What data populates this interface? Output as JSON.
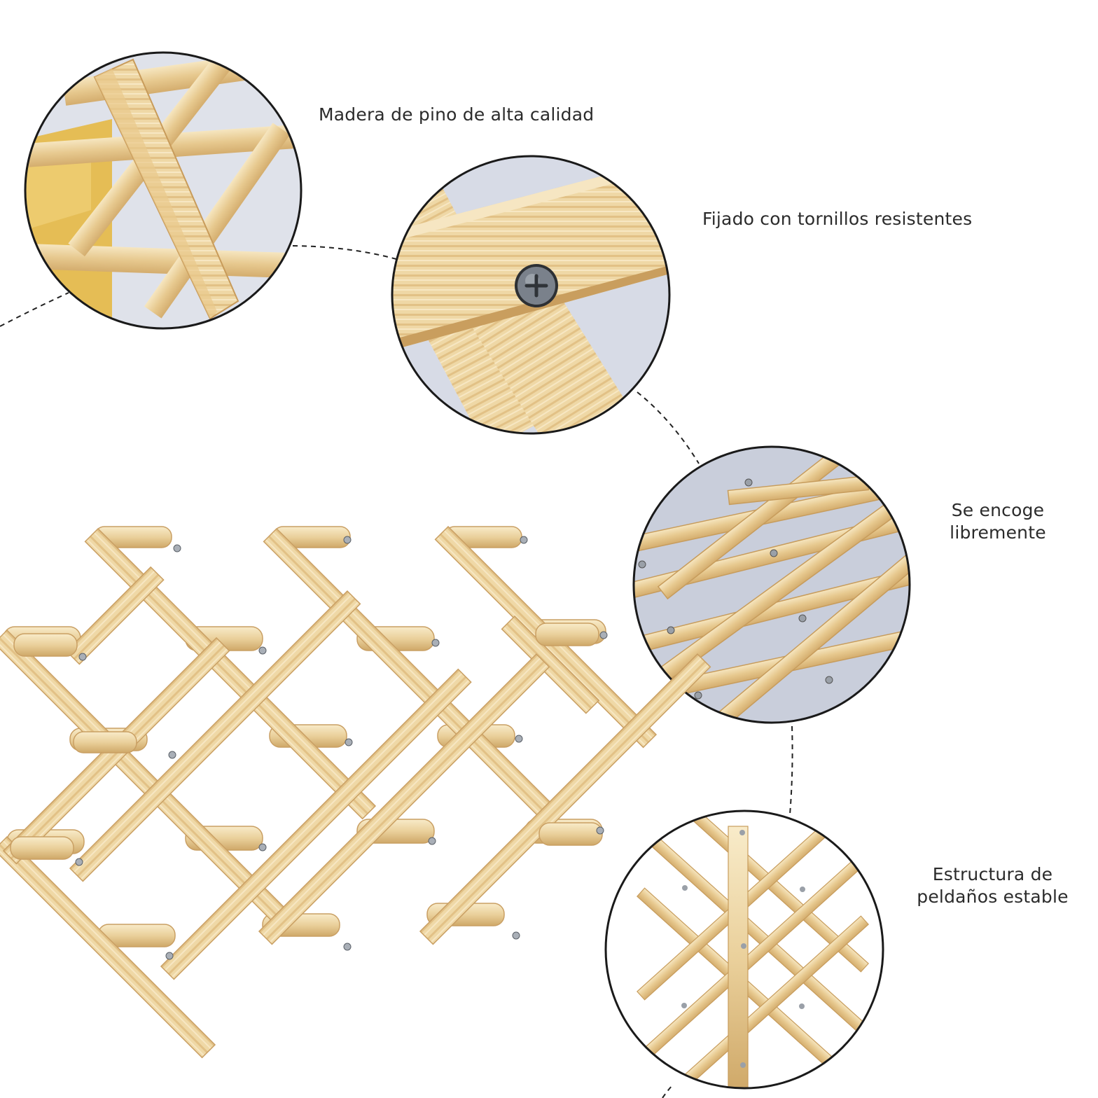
{
  "features": [
    {
      "label": "Madera de pino de alta calidad"
    },
    {
      "label": "Fijado con tornillos resistentes"
    },
    {
      "label_lines": [
        "Se encoge",
        "libremente"
      ]
    },
    {
      "label_lines": [
        "Estructura de",
        "peldaños estable"
      ]
    }
  ],
  "colors": {
    "wood_light": "#f1dcae",
    "wood_mid": "#e4c48a",
    "wood_dark": "#c9a063",
    "ring": "#1a1a1a",
    "dash": "#222222",
    "bg_blue": "#c7ccd8",
    "bg_gold": "#e3b84a",
    "screw": "#6f7680"
  }
}
